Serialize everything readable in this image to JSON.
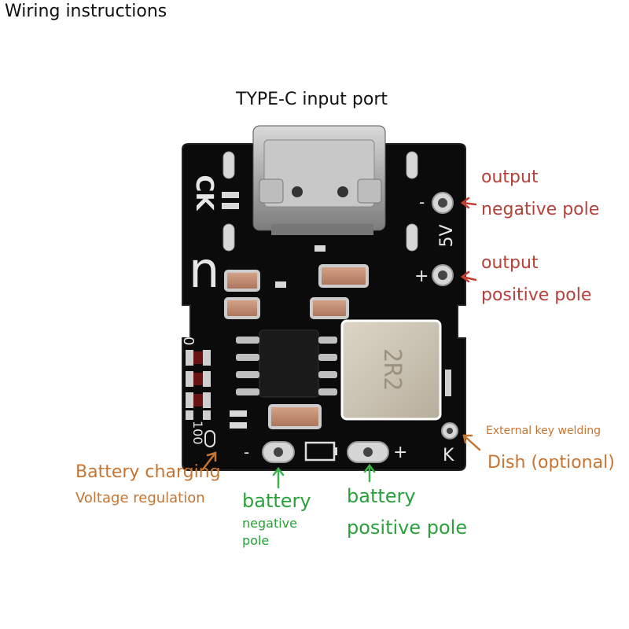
{
  "header": {
    "title": "Wiring instructions"
  },
  "board": {
    "typec_label": "TYPE-C input port",
    "silk": {
      "ck": "CK",
      "n": "n",
      "v5": "5V",
      "minus": "-",
      "plus": "+",
      "k": "K",
      "o": "0",
      "hundred": "100",
      "bat_minus": "-",
      "bat_plus": "+"
    }
  },
  "labels": {
    "output_neg": {
      "line1": "output",
      "line2": "negative pole"
    },
    "output_pos": {
      "line1": "output",
      "line2": "positive pole"
    },
    "battery_charging": {
      "line1": "Battery charging",
      "line2": "Voltage regulation"
    },
    "battery_neg": {
      "line1": "battery",
      "line2": "negative",
      "line3": "pole"
    },
    "battery_pos": {
      "line1": "battery",
      "line2": "positive pole"
    },
    "external_key": {
      "line1": "External key welding",
      "line2": "Dish (optional)"
    }
  },
  "colors": {
    "red": "#b5413a",
    "orange": "#c87431",
    "green": "#2aa13a",
    "pcb": "#0b0b0b"
  }
}
